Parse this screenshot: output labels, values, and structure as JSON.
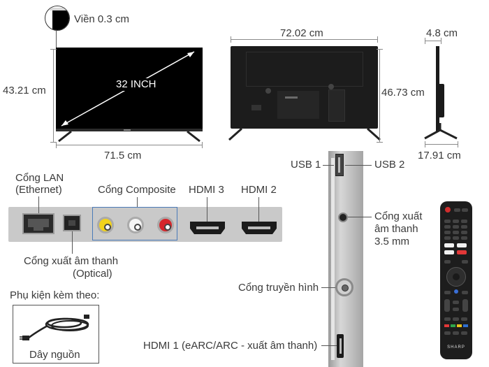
{
  "labels": {
    "bezel": "Viền 0.3 cm",
    "front_screen": "32 INCH",
    "front_height": "43.21 cm",
    "front_width": "71.5 cm",
    "back_width": "72.02 cm",
    "back_height": "46.73 cm",
    "depth": "4.8 cm",
    "stand_depth": "17.91 cm",
    "lan_line1": "Cổng LAN",
    "lan_line2": "(Ethernet)",
    "composite": "Cổng Composite",
    "hdmi3": "HDMI 3",
    "hdmi2": "HDMI 2",
    "optical_line1": "Cổng xuất âm thanh",
    "optical_line2": "(Optical)",
    "usb1": "USB 1",
    "usb2": "USB 2",
    "audio35_line1": "Cổng xuất",
    "audio35_line2": "âm thanh",
    "audio35_line3": "3.5 mm",
    "antenna": "Cổng truyền hình",
    "hdmi1": "HDMI 1 (eARC/ARC - xuất âm thanh)",
    "accessories": "Phụ kiện kèm theo:",
    "power_cord": "Dây nguồn",
    "remote_brand": "SHARP"
  },
  "colors": {
    "screen": "#000000",
    "tv_back": "#1c1c1c",
    "panel": "#c9c9c9",
    "rca_yellow": "#f2d21b",
    "rca_white": "#f4f4f4",
    "rca_red": "#d6262b",
    "leader_blue": "#4a7ab8"
  },
  "icons": [
    "bezel-zoom-icon",
    "lan-port-icon",
    "optical-port-icon",
    "rca-yellow-icon",
    "rca-white-icon",
    "rca-red-icon",
    "hdmi-port-icon",
    "usb-port-icon",
    "audio-jack-icon",
    "coax-port-icon",
    "power-cord-icon",
    "remote-control-icon"
  ]
}
